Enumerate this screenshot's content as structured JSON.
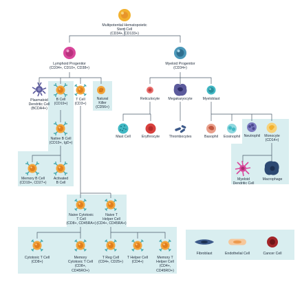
{
  "diagram": {
    "nodes": {
      "stem": {
        "name": "Multipotential Hematopoietic",
        "name2": "Stem Cell",
        "markers": "(CD34+, CD133+)"
      },
      "lymphoid": {
        "name": "Lymphoid Progenitor",
        "markers": "(CD34+, CD10+, CD38+)"
      },
      "myeloid": {
        "name": "Myeloid Progenitor",
        "markers": "(CD34+)"
      },
      "pdc": {
        "name": "Plasmatoid",
        "name2": "Dendritic Cell",
        "markers": "(BCDA4+)"
      },
      "bcell": {
        "name": "B Cell",
        "markers": "(CD19+)"
      },
      "tcell": {
        "name": "T Cell",
        "markers": "(CD3+)"
      },
      "nk": {
        "name": "Natural",
        "name2": "Killer",
        "markers": "(CD56+)"
      },
      "naive_b": {
        "name": "Native B Cell",
        "markers": "(CD19+, IgD+)"
      },
      "memory_b": {
        "name": "Memory B Cell",
        "markers": "(CD19+, CD27+)"
      },
      "activated_b": {
        "name": "Activated",
        "name2": "B Cell"
      },
      "reticulocyte": {
        "name": "Reticulocyte"
      },
      "megakaryocyte": {
        "name": "Megakaryocyte"
      },
      "myeloblast": {
        "name": "Myeloblast"
      },
      "mast": {
        "name": "Mast Cell"
      },
      "erythrocyte": {
        "name": "Erythrocyte"
      },
      "thrombocytes": {
        "name": "Thrombocytes"
      },
      "basophil": {
        "name": "Basophil"
      },
      "eosinophil": {
        "name": "Eosinophil"
      },
      "neutrophil": {
        "name": "Neutrophil"
      },
      "monocyte": {
        "name": "Monocyte",
        "markers": "(CD14+)"
      },
      "myeloid_dc": {
        "name": "Myeloid",
        "name2": "Dendritic Cell"
      },
      "macrophage": {
        "name": "Macrophage"
      },
      "naive_cyt": {
        "name": "Naive Cytotoxic",
        "name2": "T Cell",
        "markers": "(CD8+, CD45RA+)"
      },
      "naive_th": {
        "name": "Naive T",
        "name2": "Helper Cell",
        "markers": "(CD4+, CD45RA+)"
      },
      "cyt_t": {
        "name": "Cytotoxic T Cell",
        "markers": "(CD8+)"
      },
      "mem_cyt": {
        "name": "Memory",
        "name2": "Cytotoxic T Cell",
        "markers": "(CD8+,",
        "markers2": "CD45RO+)"
      },
      "treg": {
        "name": "T Reg Cell",
        "markers": "(CD4+, CD25+)"
      },
      "th": {
        "name": "T Helper Cell",
        "markers": "(CD4+)"
      },
      "mem_th": {
        "name": "Memory T",
        "name2": "Helper Cell",
        "markers": "(CD4+,",
        "markers2": "CD45RO+)"
      }
    },
    "legend": {
      "fibroblast": "Fibroblast",
      "endothelial": "Endothelial Cell",
      "cancer": "Cancer Cell"
    }
  },
  "colors": {
    "panel": "#d9eef0",
    "line": "#4a5a6a",
    "stem": "#f2b12e",
    "lymphoid": "#d9479b",
    "myeloid": "#4c98b9",
    "lymphocyte": "#f2a43a",
    "receptor": "#3aa3a8",
    "red": "#d8413e",
    "purple": "#5c5b9c",
    "cyan": "#41b8c4",
    "navy": "#2d4a73"
  }
}
